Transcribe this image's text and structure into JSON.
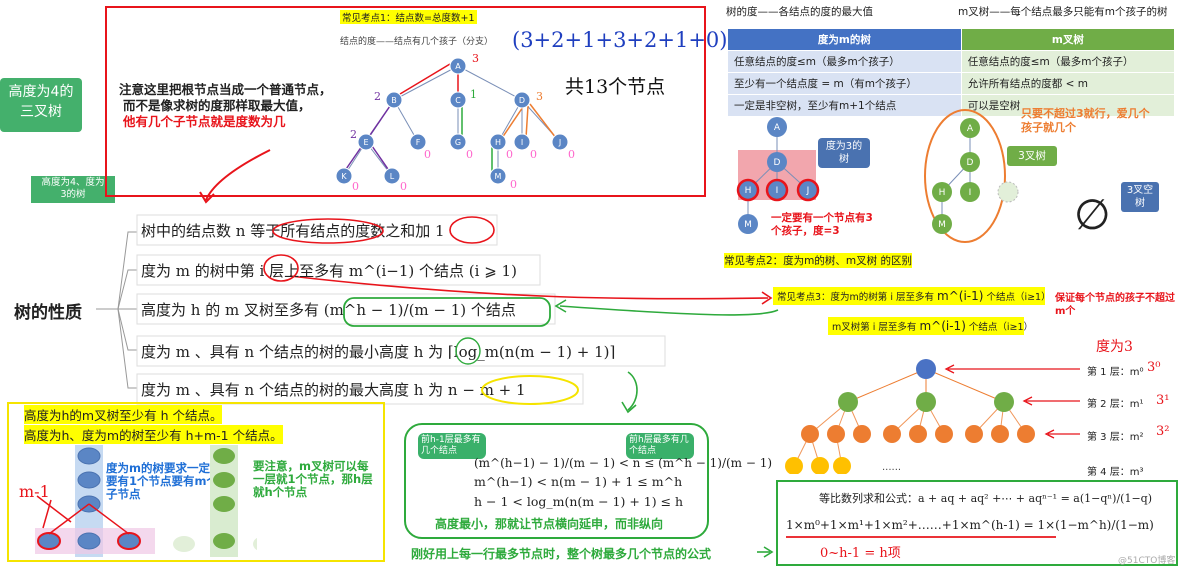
{
  "left": {
    "badge": "高度为4的三叉树",
    "badge_small": "高度为4、度为3的树",
    "title": "树的性质"
  },
  "tree_box": {
    "exam_point": "常见考点1：结点数=总度数+1",
    "degree_def": "结点的度——结点有几个孩子（分支）",
    "note_line1": "注意这里把根节点当成一个普通节点，",
    "note_line2": "而不是像求树的度那样取最大值，",
    "note_line3": "他有几个子节点就是度数为几",
    "hand_sum": "(3+2+1+3+2+1+0)+1",
    "hand_total": "共13个节点",
    "nodes": [
      "A",
      "B",
      "C",
      "D",
      "E",
      "F",
      "G",
      "H",
      "I",
      "J",
      "K",
      "L",
      "M"
    ],
    "hand_degrees": [
      "3",
      "2",
      "1",
      "3",
      "2",
      "0",
      "0",
      "0",
      "0",
      "0",
      "0",
      "0",
      "0"
    ]
  },
  "properties": [
    "树中的结点数 n 等于所有结点的度数之和加 1",
    "度为 m 的树中第 i 层上至多有 m^(i−1) 个结点 (i ⩾ 1)",
    "高度为 h 的 m 叉树至多有 (m^h − 1)/(m − 1) 个结点",
    "度为 m 、具有 n 个结点的树的最小高度 h 为 ⌈log_m(n(m − 1) + 1)⌉",
    "度为 m 、具有 n 个结点的树的最大高度 h 为 n − m + 1"
  ],
  "yellow_box": {
    "line1": "高度为h的m叉树至少有 h 个结点。",
    "line2": "高度为h、度为m的树至少有 h+m-1 个结点。",
    "m_minus_1": "m-1",
    "note1": "度为m的树要求一定要有1个节点要有m个子节点",
    "note2": "要注意，m叉树可以每一层就1个节点，那h层就h个节点"
  },
  "min_height_box": {
    "tag_left": "前h-1层最多有几个结点",
    "tag_right": "前h层最多有几个结点",
    "ineq1": "(m^(h−1) − 1)/(m − 1) < n ≤ (m^h − 1)/(m − 1)",
    "ineq2": "m^(h−1) < n(m − 1) + 1 ≤ m^h",
    "ineq3": "h − 1 < log_m(n(m − 1) + 1) ≤ h",
    "caption": "高度最小，那就让节点横向延申，而非纵向"
  },
  "bottom_caption": "刚好用上每一行最多节点时，整个树最多几个节点的公式",
  "top_right": {
    "def_tree_degree": "树的度——各结点的度的最大值",
    "def_mary": "m叉树——每个结点最多只能有m个孩子的树",
    "table": {
      "headers": [
        "度为m的树",
        "m叉树"
      ],
      "rows": [
        [
          "任意结点的度≤m（最多m个孩子）",
          "任意结点的度≤m（最多m个孩子）"
        ],
        [
          "至少有一个结点度 = m（有m个孩子）",
          "允许所有结点的度都 < m"
        ],
        [
          "一定是非空树，至少有m+1个结点",
          "可以是空树"
        ]
      ]
    },
    "tree1_nodes": [
      "A",
      "D",
      "H",
      "I",
      "J",
      "M"
    ],
    "tree1_badge": "度为3的树",
    "tree1_note": "一定要有一个节点有3个孩子，度=3",
    "tree2_nodes": [
      "A",
      "D",
      "H",
      "I",
      "M"
    ],
    "tree2_badge": "3叉树",
    "tree2_note": "只要不超过3就行，爱几个孩子就几个",
    "empty_symbol": "∅",
    "empty_badge": "3叉空树",
    "exam_point2": "常见考点2：度为m的树、m叉树 的区别"
  },
  "exam_point3": {
    "line1_pre": "常见考点3：度为m的树第 i 层至多有",
    "line1_pow": "m^(i-1)",
    "line1_post": "个结点（i≥1）",
    "line2_pre": "m叉树第 i 层至多有",
    "line2_pow": "m^(i-1)",
    "line2_post": "个结点（i≥1）",
    "side_note": "保证每个节点的孩子不超过m个"
  },
  "level_tree": {
    "hand_label": "度为3",
    "levels": [
      "第 1 层：m⁰",
      "第 2 层：m¹",
      "第 3 层：m²",
      "第 4 层：m³"
    ],
    "hand_pows": [
      "3⁰",
      "3¹",
      "3²"
    ],
    "dots": "......"
  },
  "geometric": {
    "title": "等比数列求和公式：a + aq + aq² +⋯ + aqⁿ⁻¹ = a(1−qⁿ)/(1−q)",
    "hand_line": "1×m⁰+1×m¹+1×m²+……+1×m^(h-1) = 1×(1−m^h)/(1−m)",
    "hand_note": "0~h-1 = h项"
  },
  "watermark": "@51CTO博客",
  "colors": {
    "red": "#e8141b",
    "green": "#2eaa3c",
    "yellow": "#f5e400",
    "blue_node": "#5b86c5",
    "green_node": "#70ad47",
    "orange_node": "#ed7d31",
    "gold_node": "#ffc000",
    "hand_blue": "#1f3fbf",
    "teal_badge": "#3ab06a"
  }
}
